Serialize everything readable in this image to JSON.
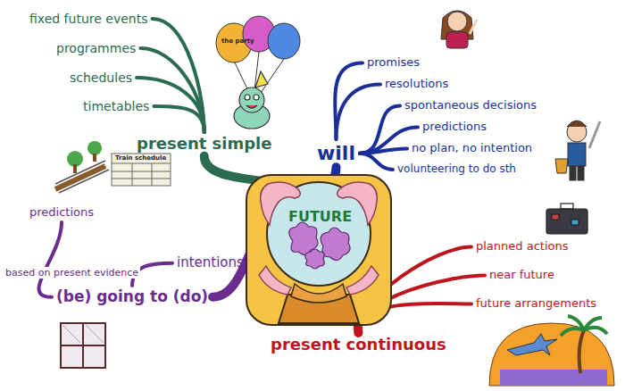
{
  "diagram": {
    "nodes": [
      {
        "text": [
          "FUTURE"
        ]
      },
      {
        "text": [
          "present simple"
        ]
      },
      {
        "text": [
          "fixed future events"
        ]
      },
      {
        "text": [
          "programmes"
        ]
      },
      {
        "text": [
          "schedules"
        ]
      },
      {
        "text": [
          "timetables"
        ]
      },
      {
        "text": [
          "will"
        ]
      },
      {
        "text": [
          "promises"
        ]
      },
      {
        "text": [
          "resolutions"
        ]
      },
      {
        "text": [
          "spontaneous decisions"
        ]
      },
      {
        "text": [
          "predictions"
        ]
      },
      {
        "text": [
          "no plan, no intention"
        ]
      },
      {
        "text": [
          "volunteering to do sth"
        ]
      },
      {
        "text": [
          "(be) going to (do)"
        ]
      },
      {
        "text": [
          "predictions"
        ]
      },
      {
        "text": [
          "intentions"
        ]
      },
      {
        "text": [
          "present continuous"
        ]
      },
      {
        "text": [
          "planned actions"
        ]
      },
      {
        "text": [
          "near future"
        ]
      },
      {
        "text": [
          "future arrangements"
        ]
      }
    ],
    "edges": [
      {
        "from": 0,
        "to": 1,
        "arrow": "none"
      },
      {
        "from": 0,
        "to": 6,
        "arrow": "none"
      },
      {
        "from": 0,
        "to": 13,
        "arrow": "none"
      },
      {
        "from": 0,
        "to": 16,
        "arrow": "none"
      },
      {
        "from": 1,
        "to": 2,
        "arrow": "none"
      },
      {
        "from": 1,
        "to": 3,
        "arrow": "none"
      },
      {
        "from": 1,
        "to": 4,
        "arrow": "none"
      },
      {
        "from": 1,
        "to": 5,
        "arrow": "none"
      },
      {
        "from": 6,
        "to": 7,
        "arrow": "none"
      },
      {
        "from": 6,
        "to": 8,
        "arrow": "none"
      },
      {
        "from": 6,
        "to": 9,
        "arrow": "none"
      },
      {
        "from": 6,
        "to": 10,
        "arrow": "none"
      },
      {
        "from": 6,
        "to": 11,
        "arrow": "none"
      },
      {
        "from": 6,
        "to": 12,
        "arrow": "none"
      },
      {
        "from": 13,
        "to": 14,
        "label": "based on present evidence",
        "arrow": "none"
      },
      {
        "from": 13,
        "to": 15,
        "arrow": "none"
      },
      {
        "from": 16,
        "to": 17,
        "arrow": "none"
      },
      {
        "from": 16,
        "to": 18,
        "arrow": "none"
      },
      {
        "from": 16,
        "to": 19,
        "arrow": "none"
      }
    ],
    "labels": [
      "the party",
      "Train schedule"
    ]
  }
}
